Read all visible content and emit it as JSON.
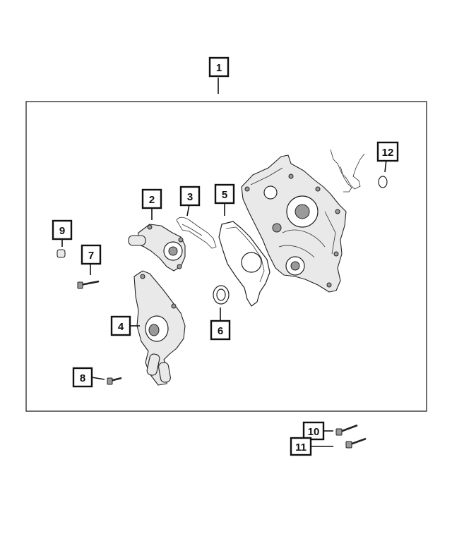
{
  "callouts": [
    {
      "id": "1",
      "label": "1"
    },
    {
      "id": "2",
      "label": "2"
    },
    {
      "id": "3",
      "label": "3"
    },
    {
      "id": "4",
      "label": "4"
    },
    {
      "id": "5",
      "label": "5"
    },
    {
      "id": "6",
      "label": "6"
    },
    {
      "id": "7",
      "label": "7"
    },
    {
      "id": "8",
      "label": "8"
    },
    {
      "id": "9",
      "label": "9"
    },
    {
      "id": "10",
      "label": "10"
    },
    {
      "id": "11",
      "label": "11"
    },
    {
      "id": "12",
      "label": "12"
    }
  ],
  "colors": {
    "ink": "#111111",
    "background": "#ffffff",
    "part_shade": "#e9e9e9"
  }
}
